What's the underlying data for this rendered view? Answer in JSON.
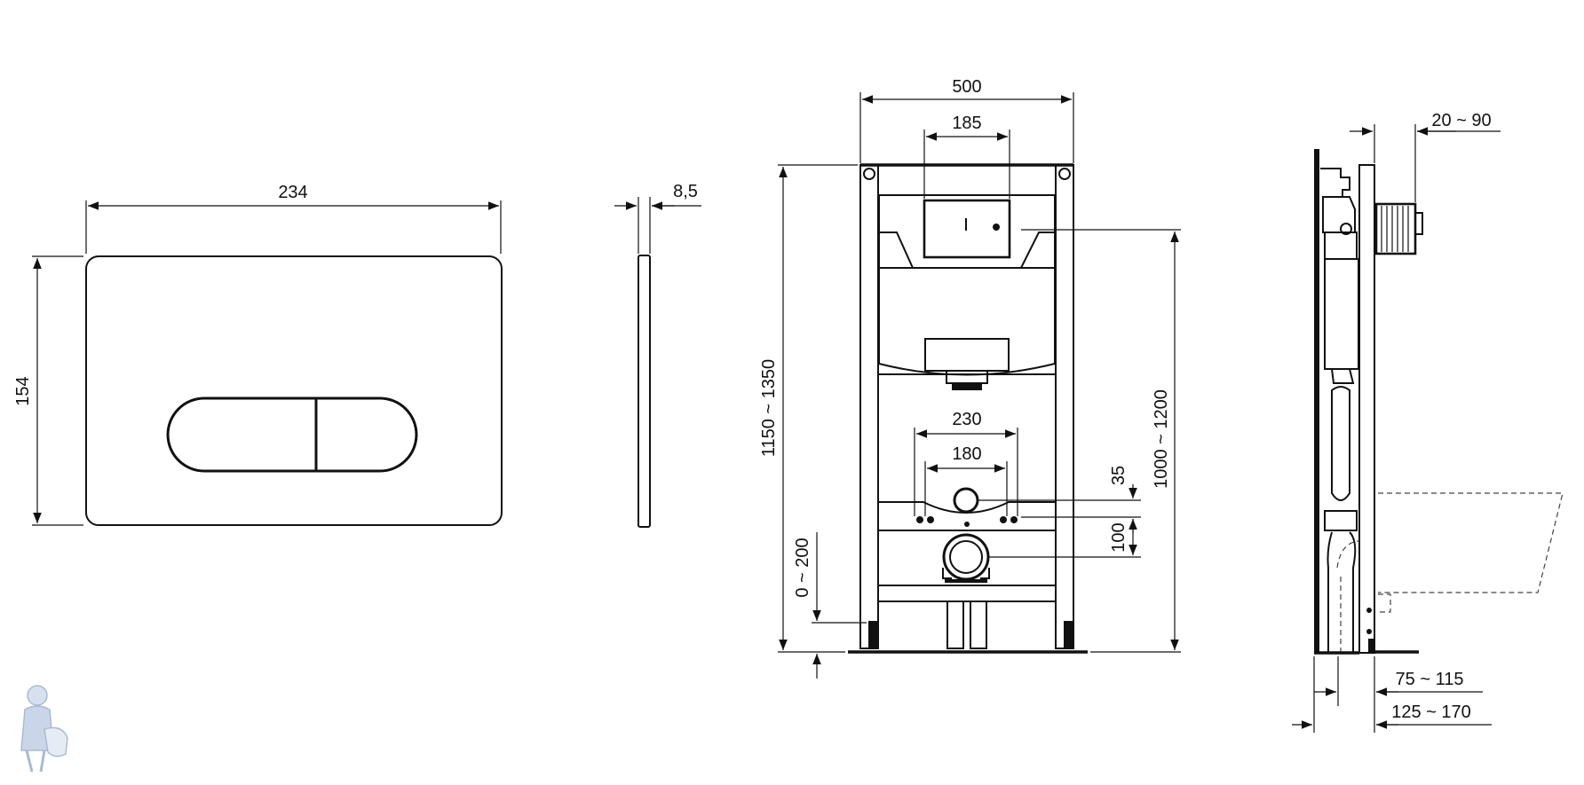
{
  "plate": {
    "width": "234",
    "height": "154",
    "thickness": "8,5"
  },
  "frame": {
    "width": "500",
    "tank_width": "185",
    "total_height": "1150 ~ 1350",
    "flush_height": "1000 ~ 1200",
    "bolt_span_outer": "230",
    "bolt_span_inner": "180",
    "bolt_offset": "35",
    "drain_offset": "100",
    "leg_adjust": "0 ~ 200"
  },
  "side": {
    "depth_adjust": "20 ~ 90",
    "depth_a": "75 ~ 115",
    "depth_b": "125 ~ 170"
  },
  "colors": {
    "line": "#111111",
    "watermark": "#9aa5b5"
  }
}
